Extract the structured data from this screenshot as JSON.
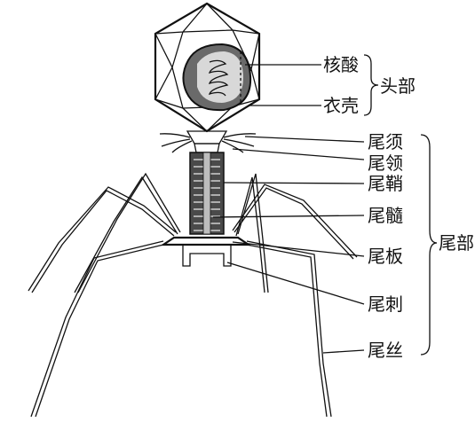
{
  "labels": {
    "nucleic_acid": "核酸",
    "capsid": "衣壳",
    "head": "头部",
    "tail_whisker": "尾须",
    "tail_collar": "尾领",
    "tail_sheath": "尾鞘",
    "tail_core": "尾髓",
    "baseplate": "尾板",
    "tail_spike": "尾刺",
    "tail_fiber": "尾丝",
    "tail": "尾部"
  }
}
